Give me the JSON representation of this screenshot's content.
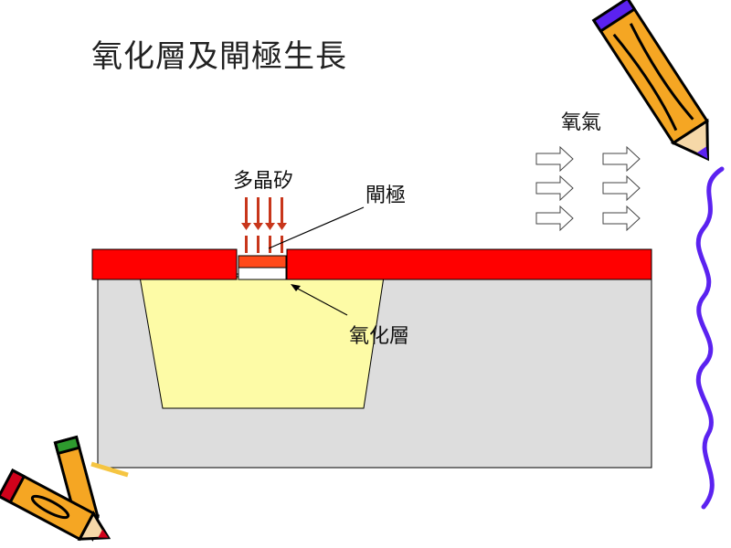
{
  "slide": {
    "title": "氧化層及閘極生長"
  },
  "labels": {
    "oxygen": "氧氣",
    "polysilicon": "多晶矽",
    "gate": "閘極",
    "oxide": "氧化層"
  },
  "colors": {
    "red_layer": "#ff0000",
    "gate_orange": "#ff4a1a",
    "substrate_gray": "#dddddd",
    "well_yellow": "#fdfba6",
    "arrow_red": "#c8361b",
    "squiggle_purple": "#5b22f0"
  },
  "arrows": {
    "poly_down_count": 4,
    "oxygen_rows": 3,
    "oxygen_cols": 2
  }
}
